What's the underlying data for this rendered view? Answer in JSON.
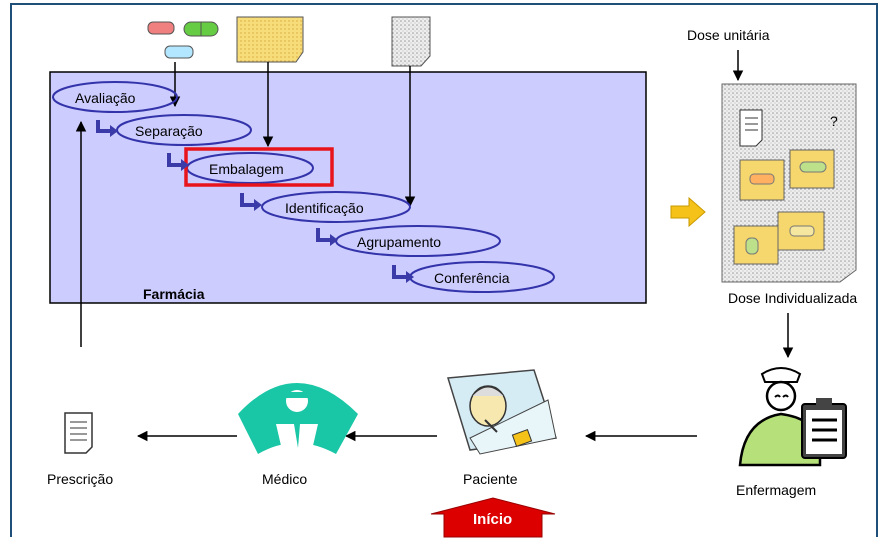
{
  "process": {
    "steps": [
      "Avaliação",
      "Separação",
      "Embalagem",
      "Identificação",
      "Agrupamento",
      "Conferência"
    ],
    "area_label": "Farmácia",
    "highlighted_step": "Embalagem"
  },
  "dose": {
    "unit_label": "Dose unitária",
    "individual_label": "Dose Individualizada",
    "question_mark": "?"
  },
  "cycle": {
    "prescription_label": "Prescrição",
    "doctor_label": "Médico",
    "patient_label": "Paciente",
    "nursing_label": "Enfermagem",
    "start_label": "Início"
  },
  "colors": {
    "pharmacy_fill": "#ccccff",
    "ellipse_stroke": "#3333aa",
    "highlight": "#e8141c",
    "doctor_teal": "#19c6a6",
    "nurse_green": "#b6e07a",
    "start_red": "#dd0000",
    "flow_arrow": "#3a3aa8",
    "right_arrow": "#f5c21a",
    "note_yellow": "#f5d76e"
  },
  "icons": [
    "pill-capsules-icon",
    "yellow-note-icon",
    "gray-note-icon",
    "document-icon",
    "doctor-icon",
    "patient-icon",
    "nurse-icon",
    "orange-arrow-icon",
    "start-arrow-icon"
  ]
}
